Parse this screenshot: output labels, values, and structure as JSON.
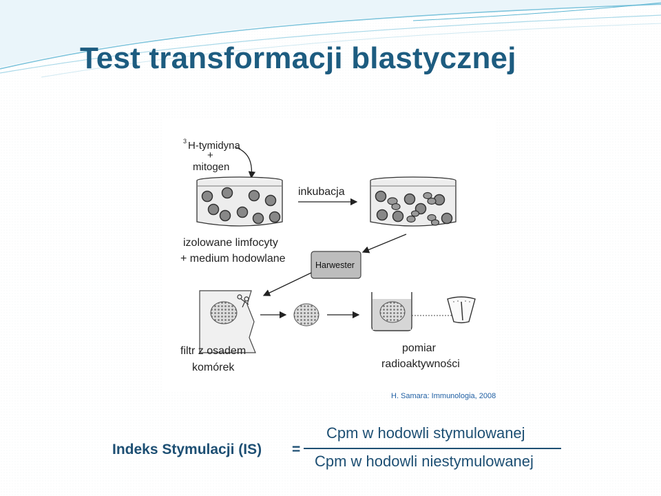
{
  "slide": {
    "title": "Test transformacji blastycznej",
    "citation": "H. Samara: Immunologia, 2008"
  },
  "diagram": {
    "reagent_sup": "3",
    "reagent_line1": "H-tymidyna",
    "reagent_plus": "+",
    "reagent_line2": "mitogen",
    "step_incubation": "inkubacja",
    "cells_line1": "izolowane limfocyty",
    "cells_line2": "+ medium hodowlane",
    "harvester": "Harwester",
    "filter_line1": "filtr z osadem",
    "filter_line2": "komórek",
    "measure_line1": "pomiar",
    "measure_line2": "radioaktywności"
  },
  "formula": {
    "label": "Indeks Stymulacji (IS)",
    "equals": "=",
    "numerator": "Cpm w hodowli stymulowanej",
    "denominator": "Cpm w hodowli niestymulowanej"
  },
  "colors": {
    "title": "#1d5c80",
    "formula": "#1d4f73",
    "citation": "#1f5fa3",
    "wave": "#7ec4dc"
  }
}
